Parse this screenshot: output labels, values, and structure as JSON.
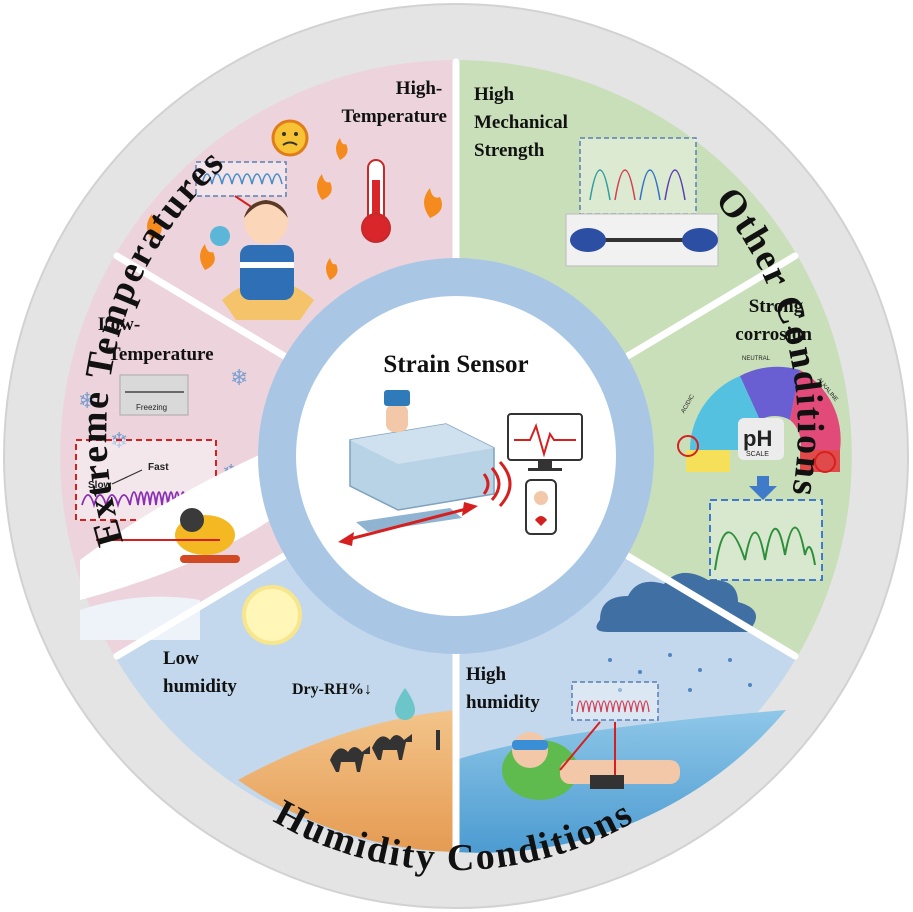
{
  "center": {
    "title": "Strain Sensor"
  },
  "ring": {
    "left": "Extreme Temperatures",
    "right": "Other Conditions",
    "bottom": "Humidity Conditions"
  },
  "sectors": {
    "high_temp": {
      "label_line1": "High-",
      "label_line2": "Temperature"
    },
    "low_temp": {
      "label_line1": "Low-",
      "label_line2": "Temperature",
      "freezing_tag": "Freezing",
      "slow": "Slow",
      "fast": "Fast"
    },
    "high_mech": {
      "label_line1": "High",
      "label_line2": "Mechanical",
      "label_line3": "Strength"
    },
    "corrosion": {
      "label_line1": "Strong",
      "label_line2": "corrosion",
      "ph_main": "pH",
      "ph_sub": "SCALE",
      "acidic": "ACIDIC",
      "neutral": "NEUTRAL",
      "alkaline": "ALKALINE"
    },
    "low_humidity": {
      "label_line1": "Low",
      "label_line2": "humidity",
      "dry_label": "Dry-RH%↓"
    },
    "high_humidity": {
      "label_line1": "High",
      "label_line2": "humidity"
    }
  },
  "colors": {
    "ring": "#e4e4e4",
    "pink": "#ecd3dc",
    "green": "#c8dfb9",
    "blue": "#c3d8ec",
    "inner_ring": "#a9c7e5"
  }
}
